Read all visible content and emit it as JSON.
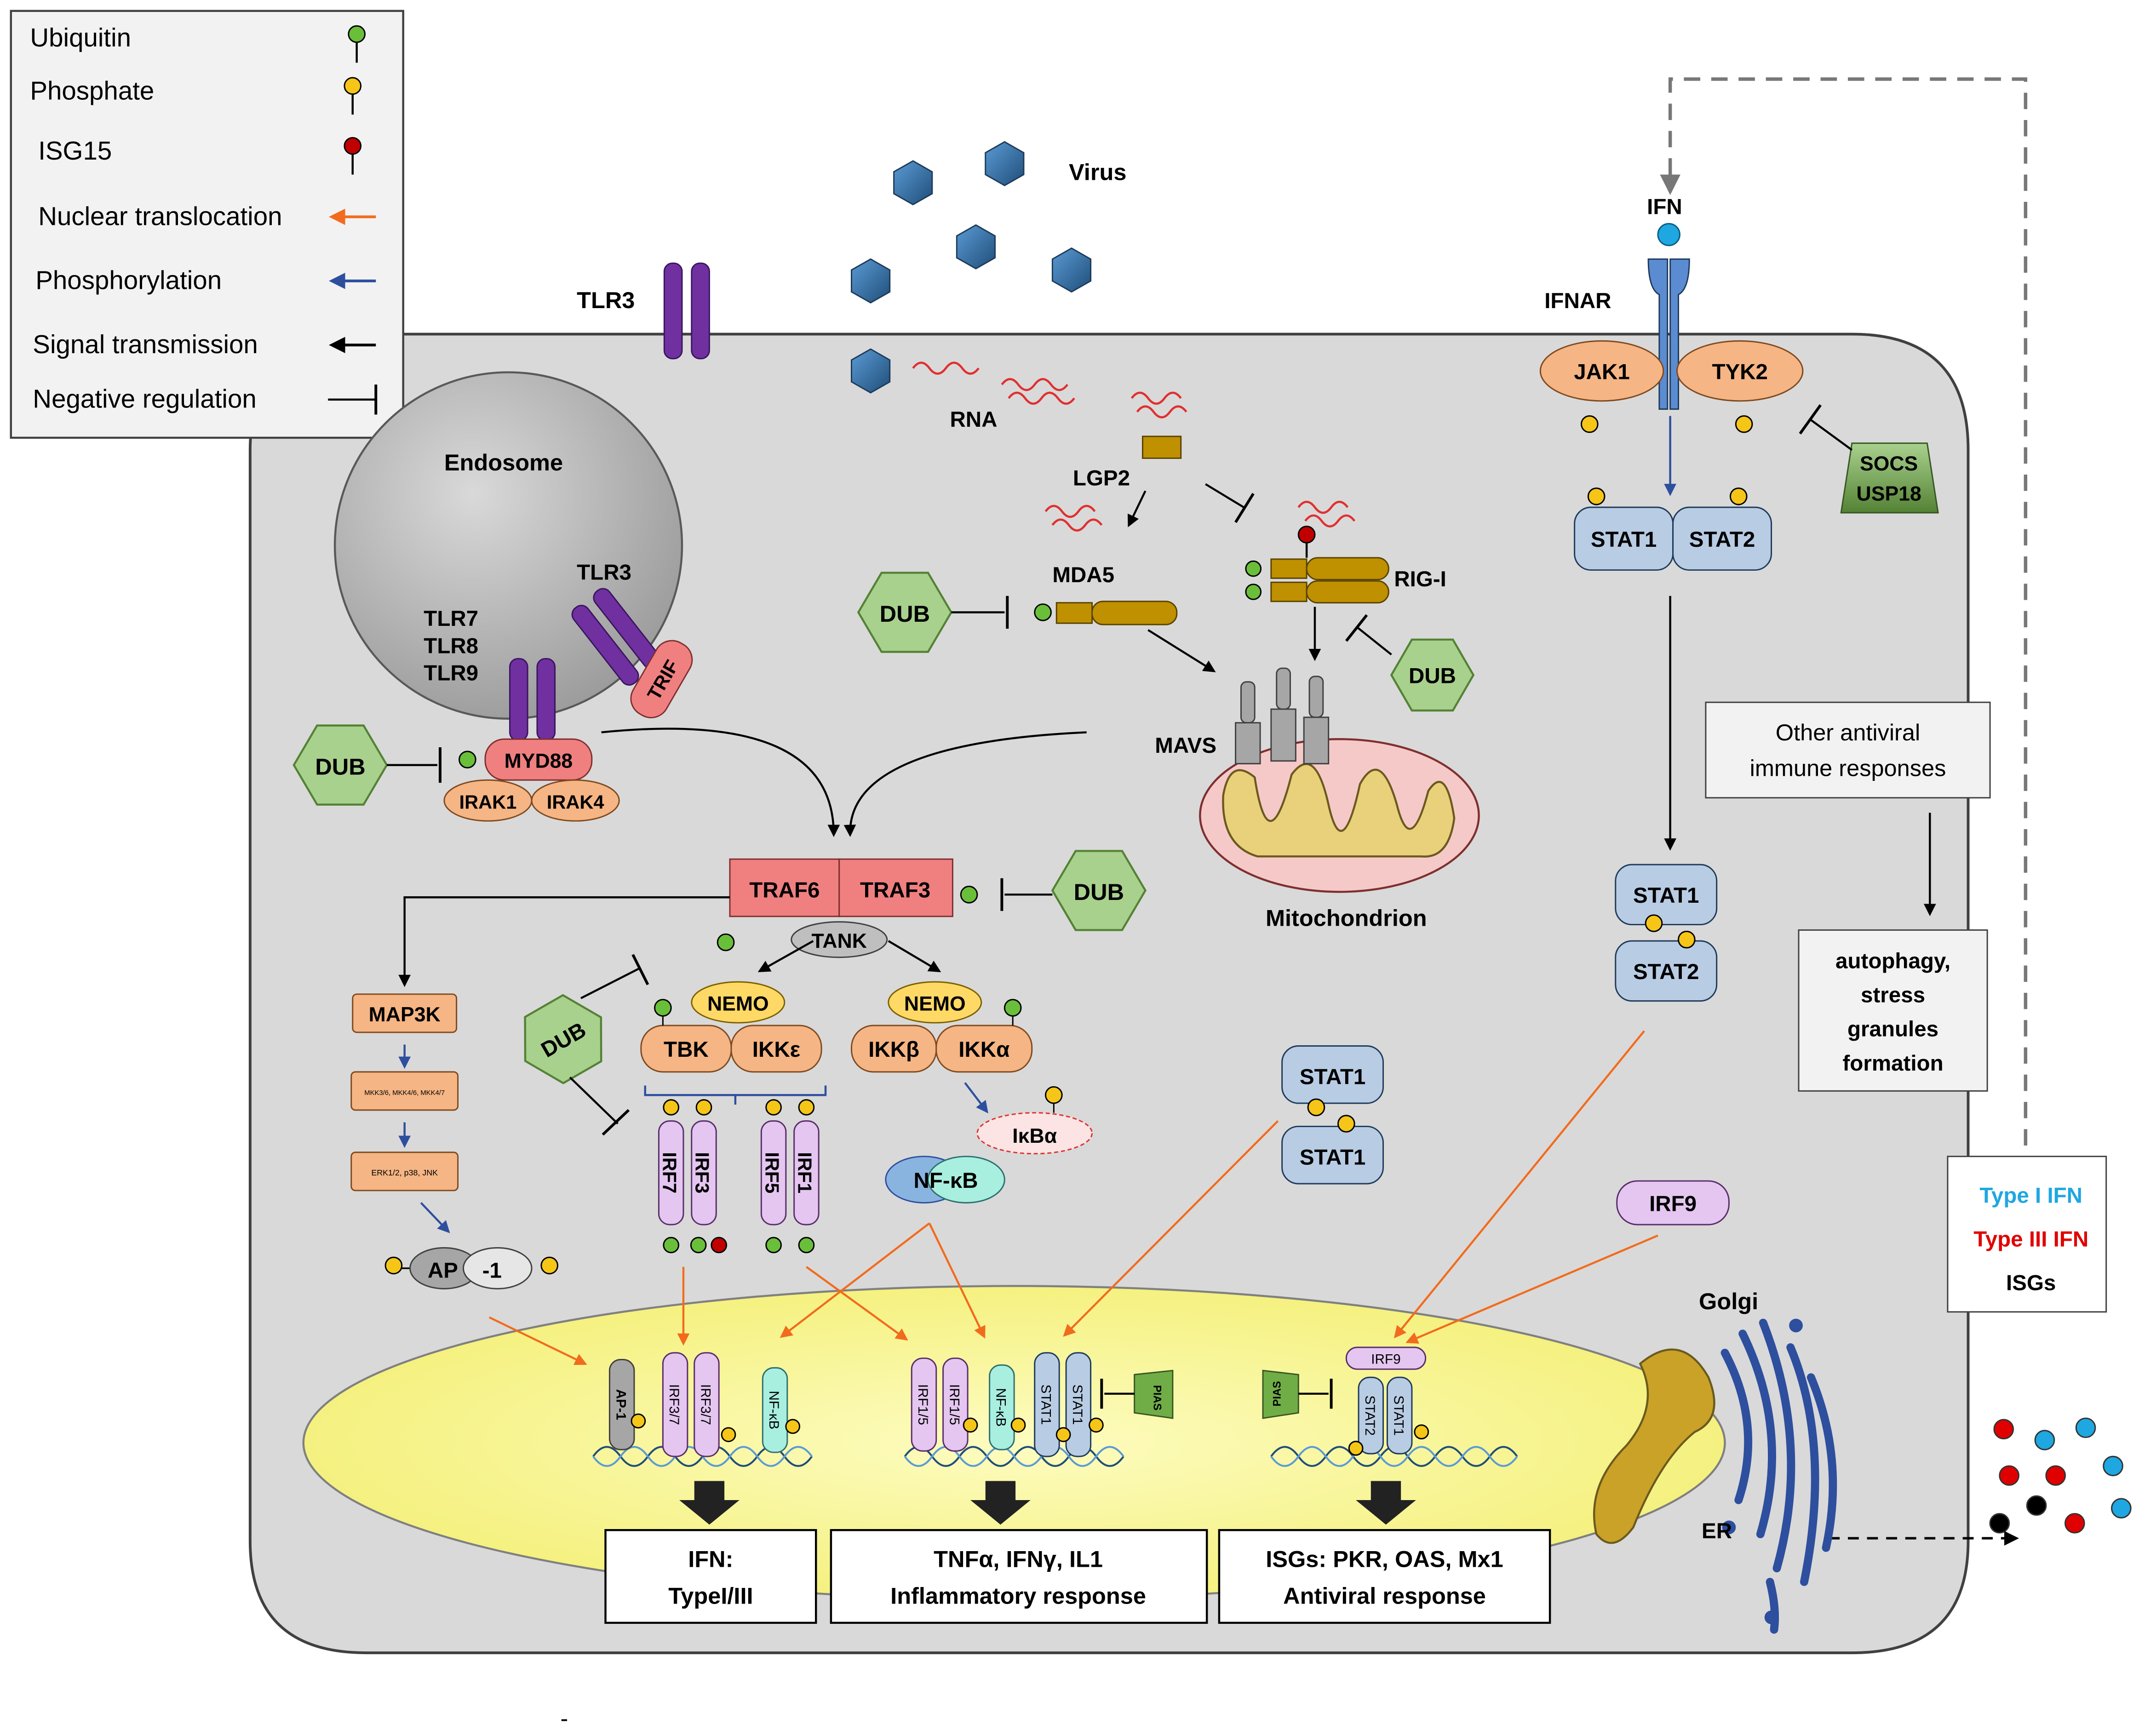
{
  "legend": {
    "items": [
      {
        "label": "Ubiquitin",
        "symbol": "ubiquitin"
      },
      {
        "label": "Phosphate",
        "symbol": "phosphate"
      },
      {
        "label": "ISG15",
        "symbol": "isg15"
      },
      {
        "label": "Nuclear translocation",
        "symbol": "arrow-orange"
      },
      {
        "label": "Phosphorylation",
        "symbol": "arrow-blue"
      },
      {
        "label": "Signal transmission",
        "symbol": "arrow-black"
      },
      {
        "label": "Negative regulation",
        "symbol": "inhibit"
      }
    ]
  },
  "labels": {
    "virus": "Virus",
    "rna": "RNA",
    "tlr3_surface": "TLR3",
    "endosome": "Endosome",
    "tlr3_endo": "TLR3",
    "tlr7": "TLR7",
    "tlr8": "TLR8",
    "tlr9": "TLR9",
    "trif": "TRIF",
    "myd88": "MYD88",
    "irak1": "IRAK1",
    "irak4": "IRAK4",
    "dub": "DUB",
    "lgp2": "LGP2",
    "mda5": "MDA5",
    "rigi": "RIG-I",
    "mavs": "MAVS",
    "mitochondrion": "Mitochondrion",
    "traf6": "TRAF6",
    "traf3": "TRAF3",
    "tank": "TANK",
    "nemo": "NEMO",
    "tbk": "TBK",
    "ikke": "IKKε",
    "ikkb": "IKKβ",
    "ikka": "IKKα",
    "ikba": "IκBα",
    "nfkb": "NF-κB",
    "map3k": "MAP3K",
    "mkk": "MKK3/6, MKK4/6, MKK4/7",
    "erk": "ERK1/2, p38, JNK",
    "ap1_a": "AP",
    "ap1_b": "-1",
    "irf7": "IRF7",
    "irf3": "IRF3",
    "irf5": "IRF5",
    "irf1": "IRF1",
    "ifn": "IFN",
    "ifnar": "IFNAR",
    "jak1": "JAK1",
    "tyk2": "TYK2",
    "socs": "SOCS",
    "usp18": "USP18",
    "stat1": "STAT1",
    "stat2": "STAT2",
    "irf9": "IRF9",
    "other_1": "Other antiviral",
    "other_2": "immune responses",
    "auto_1": "autophagy,",
    "auto_2": "stress",
    "auto_3": "granules",
    "auto_4": "formation",
    "type1": "Type I IFN",
    "type3": "Type III IFN",
    "isgs": "ISGs",
    "golgi": "Golgi",
    "er": "ER",
    "pias": "PIAS",
    "n_ap1": "AP-1",
    "n_irf37a": "IRF3/7",
    "n_irf37b": "IRF3/7",
    "n_nfkb": "NF-κB",
    "n_irf15": "IRF1/5",
    "n_nfkb2": "NF-κB",
    "n_stat1a": "STAT1",
    "n_stat1b": "STAT1",
    "n_irf9": "IRF9",
    "n_stat2": "STAT2",
    "n_stat1c": "STAT1",
    "out1_1": "IFN:",
    "out1_2": "TypeI/III",
    "out2_1": "TNFα, IFNγ, IL1",
    "out2_2": "Inflammatory response",
    "out3_1": "ISGs: PKR, OAS, Mx1",
    "out3_2": "Antiviral response",
    "dash": "-"
  },
  "colors": {
    "ubiquitin": "#6abf3a",
    "phosphate": "#f5c518",
    "isg15": "#c00000",
    "orange_arrow": "#f26b1d",
    "blue_arrow": "#2e4f9e",
    "tlr": "#7030a0",
    "traf": "#f08080",
    "irak": "#f5b584",
    "stat": "#b8cce4",
    "irf": "#e4c6f0",
    "dub": "#a9d18e",
    "rna": "#e03030",
    "type1": "#1ea7e1",
    "type3": "#e00000"
  }
}
